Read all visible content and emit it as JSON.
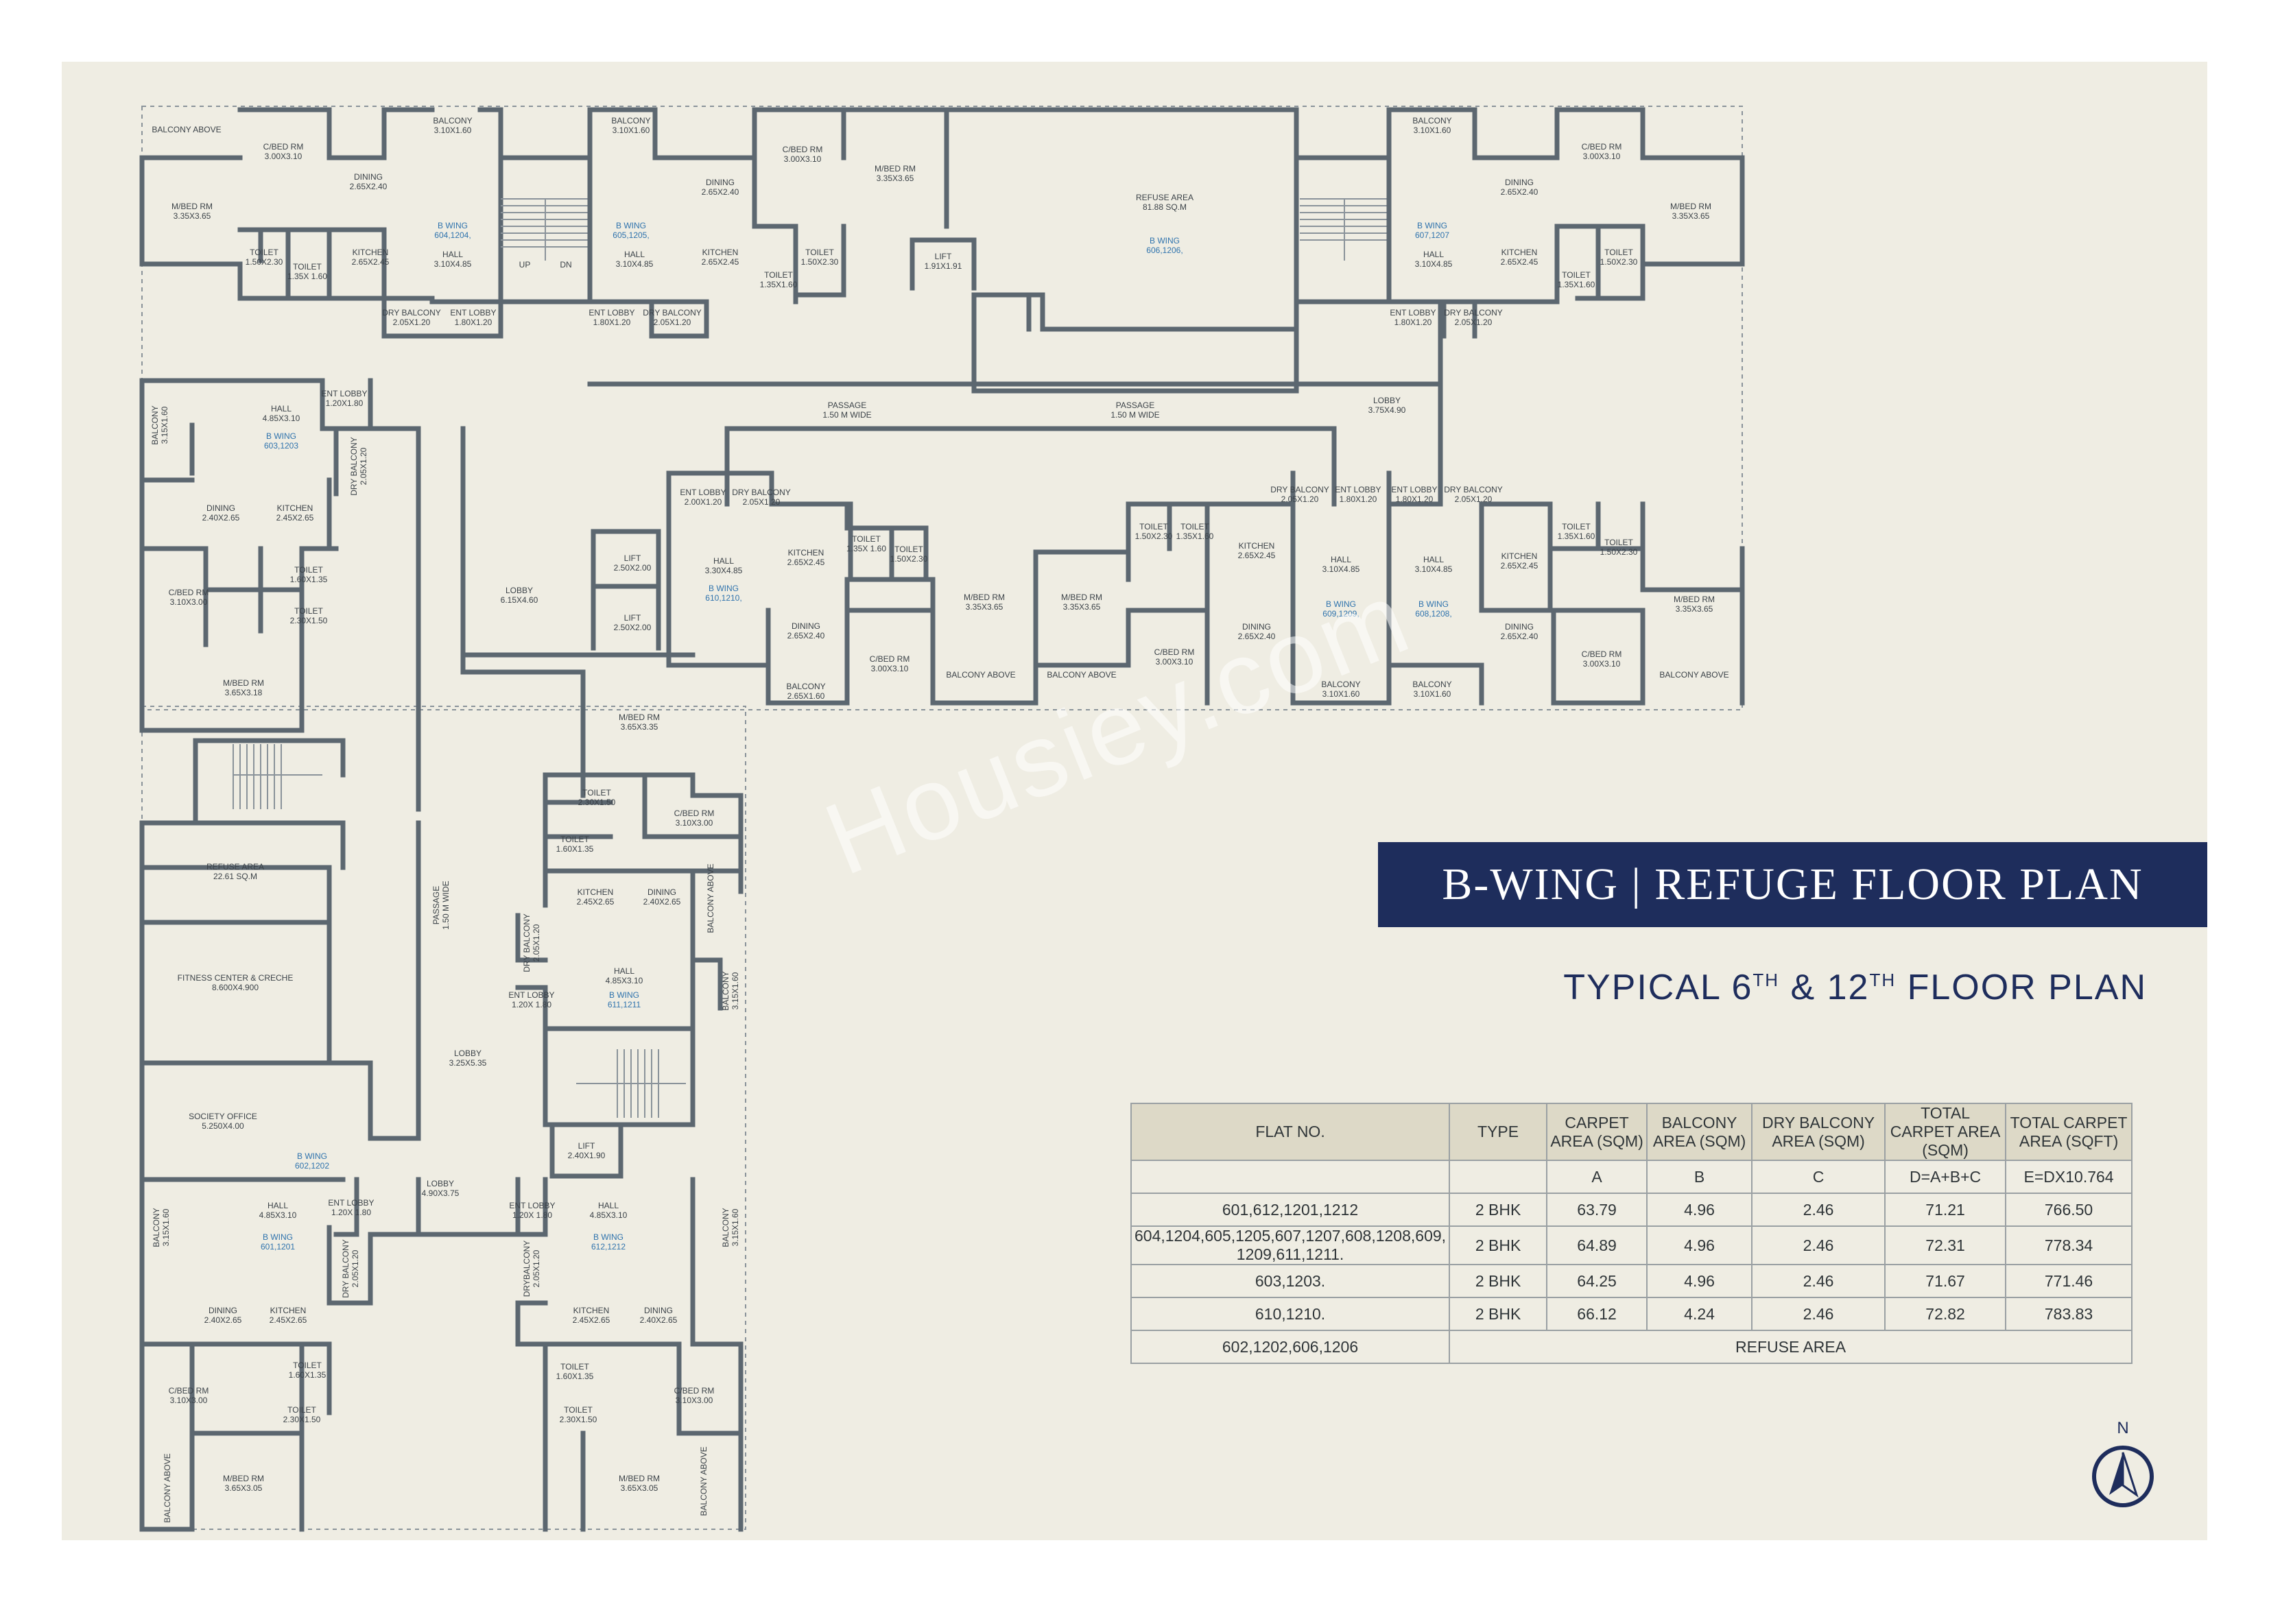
{
  "title": "B-WING | REFUGE FLOOR PLAN",
  "subtitle": {
    "prefix": "TYPICAL 6",
    "sup1": "TH",
    "mid": " & 12",
    "sup2": "TH",
    "suffix": " FLOOR PLAN"
  },
  "watermark": "Housiey.com",
  "compass_label": "N",
  "colors": {
    "banner": "#1e2d5c",
    "sheet": "#efede3",
    "wall": "#5c6770",
    "wing_label": "#2f73ad",
    "table_header": "#ddd9c7"
  },
  "table": {
    "headers": [
      "FLAT NO.",
      "TYPE",
      "CARPET AREA (SQM)",
      "BALCONY AREA (SQM)",
      "DRY BALCONY AREA (SQM)",
      "TOTAL CARPET AREA (SQM)",
      "TOTAL CARPET AREA (SQFT)"
    ],
    "formula_row": [
      "",
      "",
      "A",
      "B",
      "C",
      "D=A+B+C",
      "E=DX10.764"
    ],
    "rows": [
      [
        "601,612,1201,1212",
        "2 BHK",
        "63.79",
        "4.96",
        "2.46",
        "71.21",
        "766.50"
      ],
      [
        "604,1204,605,1205,607,1207,608,1208,609, 1209,611,1211.",
        "2 BHK",
        "64.89",
        "4.96",
        "2.46",
        "72.31",
        "778.34"
      ],
      [
        "603,1203.",
        "2 BHK",
        "64.25",
        "4.96",
        "2.46",
        "71.67",
        "771.46"
      ],
      [
        "610,1210.",
        "2 BHK",
        "66.12",
        "4.24",
        "2.46",
        "72.82",
        "783.83"
      ]
    ],
    "refuge_row": {
      "flats": "602,1202,606,1206",
      "label": "REFUSE AREA"
    }
  },
  "plan": {
    "labels": {
      "balcony_above": "BALCONY ABOVE",
      "cbed_tl": "C/BED RM 3.00X3.10",
      "balcony_tl": "BALCONY 3.10X1.60",
      "mbed_tl": "M/BED RM 3.35X3.65",
      "dining_tl": "DINING 2.65X2.40",
      "wing_604": "B WING 604,1204,",
      "toilet_tl1": "TOILET 1.50X2.30",
      "toilet_tl2": "TOILET 1.35X 1.60",
      "kitchen_tl": "KITCHEN 2.65X2.45",
      "hall_tl": "HALL 3.10X4.85",
      "dry_tl": "DRY BALCONY 2.05X1.20",
      "ent_tl": "ENT LOBBY 1.80X1.20",
      "up": "UP",
      "dn": "DN",
      "balcony_t2": "BALCONY 3.10X1.60",
      "wing_605": "B WING 605,1205,",
      "cbed_t2": "C/BED RM 3.00X3.10",
      "mbed_t2": "M/BED RM 3.35X3.65",
      "dining_t2": "DINING 2.65X2.40",
      "hall_t2": "HALL 3.10X4.85",
      "kitchen_t2": "KITCHEN 2.65X2.45",
      "toilet_t2a": "TOILET 1.50X2.30",
      "toilet_t2b": "TOILET 1.35X1.60",
      "ent_t2": "ENT LOBBY 1.80X1.20",
      "dry_t2": "DRY BALCONY 2.05X1.20",
      "lift_top": "LIFT 1.91X1.91",
      "refuse_top": "REFUSE AREA 81.88 SQ.M",
      "wing_606": "B WING 606,1206,",
      "balcony_tr": "BALCONY 3.10X1.60",
      "wing_607": "B WING 607,1207",
      "cbed_tr": "C/BED RM 3.00X3.10",
      "mbed_tr": "M/BED RM 3.35X3.65",
      "dining_tr": "DINING 2.65X2.40",
      "kitchen_tr": "KITCHEN 2.65X2.45",
      "hall_tr": "HALL 3.10X4.85",
      "toilet_tr1": "TOILET 1.35X1.60",
      "toilet_tr2": "TOILET 1.50X2.30",
      "ent_tr": "ENT LOBBY 1.80X1.20",
      "dry_tr": "DRY BALCONY 2.05X1.20",
      "passage_1": "PASSAGE 1.50 M WIDE",
      "passage_2": "PASSAGE 1.50 M WIDE",
      "lobby_r": "LOBBY 3.75X4.90",
      "hall_603": "HALL 4.85X3.10",
      "wing_603": "B WING 603,1203",
      "ent_603": "ENT LOBBY 1.20X1.80",
      "balcony_603": "BALCONY 3.15X1.60",
      "dry_603": "DRY BALCONY 2.05X1.20",
      "dining_603": "DINING 2.40X2.65",
      "kitchen_603": "KITCHEN 2.45X2.65",
      "cbed_603": "C/BED RM 3.10X3.00",
      "toilet_603a": "TOILET 1.60X1.35",
      "toilet_603b": "TOILET 2.30X1.50",
      "mbed_603": "M/BED RM 3.65X3.18",
      "lobby_c": "LOBBY 6.15X4.60",
      "lift_1": "LIFT 2.50X2.00",
      "lift_2": "LIFT 2.50X2.00",
      "ent_610": "ENT LOBBY 2.00X1.20",
      "dry_610": "DRY BALCONY 2.05X1.20",
      "hall_610": "HALL 3.30X4.85",
      "wing_610": "B WING 610,1210,",
      "kitchen_610": "KITCHEN 2.65X2.45",
      "toilet_610a": "TOILET 1.35X 1.60",
      "toilet_610b": "TOILET 1.50X2.30",
      "dining_610": "DINING 2.65X2.40",
      "cbed_610": "C/BED RM 3.00X3.10",
      "mbed_610": "M/BED RM 3.35X3.65",
      "balcony_610": "BALCONY 2.65X1.60",
      "balcony_above_m1": "BALCONY ABOVE",
      "balcony_above_m2": "BALCONY ABOVE",
      "mbed_609": "M/BED RM 3.35X3.65",
      "toilet_609a": "TOILET 1.50X2.30",
      "toilet_609b": "TOILET 1.35X1.60",
      "kitchen_609": "KITCHEN 2.65X2.45",
      "dry_609": "DRY BALCONY 2.05X1.20",
      "ent_609": "ENT LOBBY 1.80X1.20",
      "hall_609": "HALL 3.10X4.85",
      "wing_609": "B WING 609,1209,",
      "dining_609": "DINING 2.65X2.40",
      "cbed_609": "C/BED RM 3.00X3.10",
      "balcony_609": "BALCONY 3.10X1.60",
      "ent_608": "ENT LOBBY 1.80X1.20",
      "dry_608": "DRY BALCONY 2.05X1.20",
      "hall_608": "HALL 3.10X4.85",
      "wing_608": "B WING 608,1208,",
      "kitchen_608": "KITCHEN 2.65X2.45",
      "toilet_608a": "TOILET 1.35X1.60",
      "toilet_608b": "TOILET 1.50X2.30",
      "mbed_608": "M/BED RM 3.35X3.65",
      "dining_608": "DINING 2.65X2.40",
      "cbed_608": "C/BED RM 3.00X3.10",
      "balcony_608": "BALCONY 3.10X1.60",
      "balcony_above_r": "BALCONY ABOVE",
      "mbed_611": "M/BED RM 3.65X3.35",
      "toilet_611a": "TOILET 2.30X1.50",
      "toilet_611b": "TOILET 1.60X1.35",
      "cbed_611": "C/BED RM 3.10X3.00",
      "kitchen_611": "KITCHEN 2.45X2.65",
      "dining_611": "DINING 2.40X2.65",
      "balcony_above_611": "BALCONY ABOVE",
      "dry_611": "DRY BALCONY 2.05X1.20",
      "ent_611": "ENT LOBBY 1.20X 1.80",
      "hall_611": "HALL 4.85X3.10",
      "wing_611": "B WING 611,1211",
      "balcony_611": "BALCONY 3.15X1.60",
      "refuse_left": "REFUSE AREA 22.61 SQ.M",
      "fitness": "FITNESS CENTER & CRECHE 8.600X4.900",
      "passage_v": "PASSAGE 1.50 M WIDE",
      "lobby_l": "LOBBY 3.25X5.35",
      "society": "SOCIETY OFFICE 5.250X4.00",
      "wing_602": "B WING 602,1202",
      "lift_low": "LIFT 2.40X1.90",
      "lobby_low": "LOBBY 4.90X3.75",
      "balcony_601": "BALCONY 3.15X1.60",
      "hall_601": "HALL 4.85X3.10",
      "wing_601": "B WING 601,1201",
      "ent_601": "ENT LOBBY 1.20X 1.80",
      "dry_601": "DRY BALCONY 2.05X1.20",
      "dining_601": "DINING 2.40X2.65",
      "kitchen_601": "KITCHEN 2.45X2.65",
      "cbed_601": "C/BED RM 3.10X3.00",
      "toilet_601a": "TOILET 1.60X1.35",
      "toilet_601b": "TOILET 2.30X1.50",
      "mbed_601": "M/BED RM 3.65X3.05",
      "balcony_above_601": "BALCONY ABOVE",
      "ent_612": "ENT LOBBY 1.20X 1.80",
      "hall_612": "HALL 4.85X3.10",
      "wing_612": "B WING 612,1212",
      "balcony_612": "BALCONY 3.15X1.60",
      "dry_612": "DRYBALCONY 2.05X1.20",
      "kitchen_612": "KITCHEN 2.45X2.65",
      "dining_612": "DINING 2.40X2.65",
      "toilet_612a": "TOILET 1.60X1.35",
      "toilet_612b": "TOILET 2.30X1.50",
      "cbed_612": "C/BED RM 3.10X3.00",
      "mbed_612": "M/BED RM 3.65X3.05",
      "balcony_above_612": "BALCONY ABOVE"
    }
  }
}
